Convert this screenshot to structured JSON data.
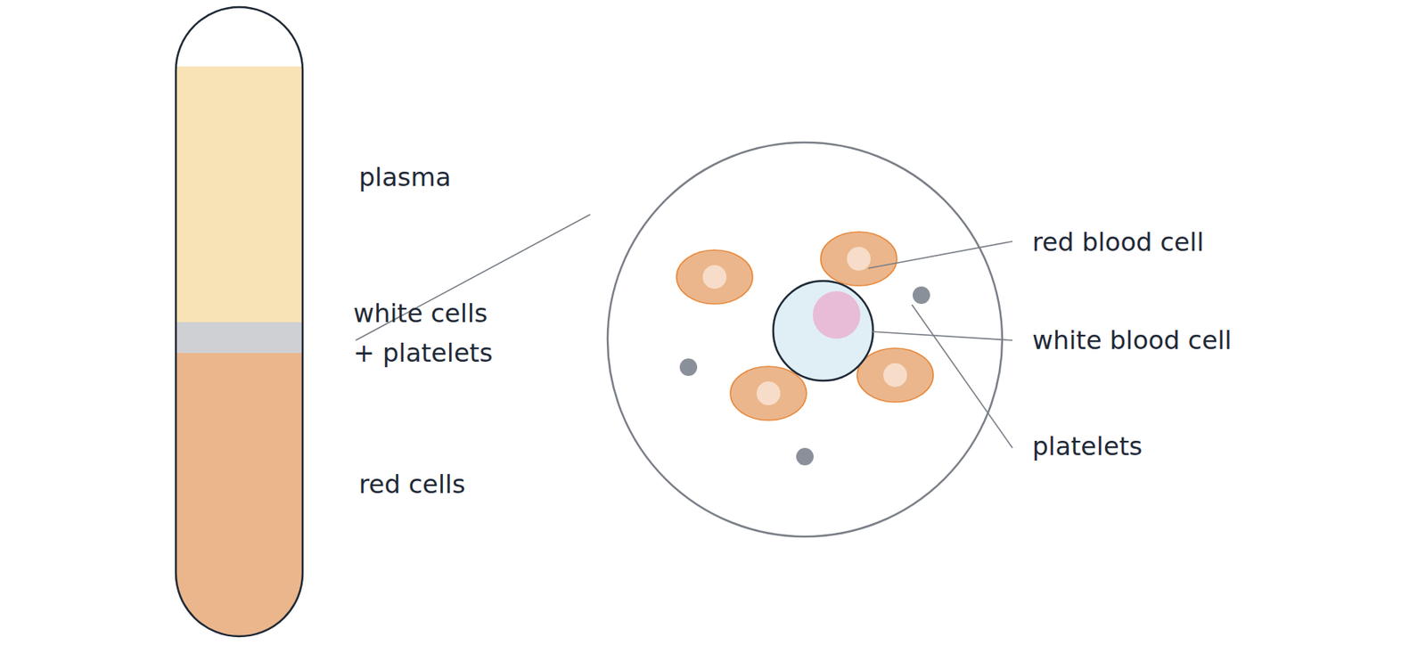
{
  "diagram": {
    "labels": [
      "plasma",
      "white cells + platelets",
      "red cells",
      "red blood cell",
      "white blood cell",
      "platelets"
    ]
  }
}
